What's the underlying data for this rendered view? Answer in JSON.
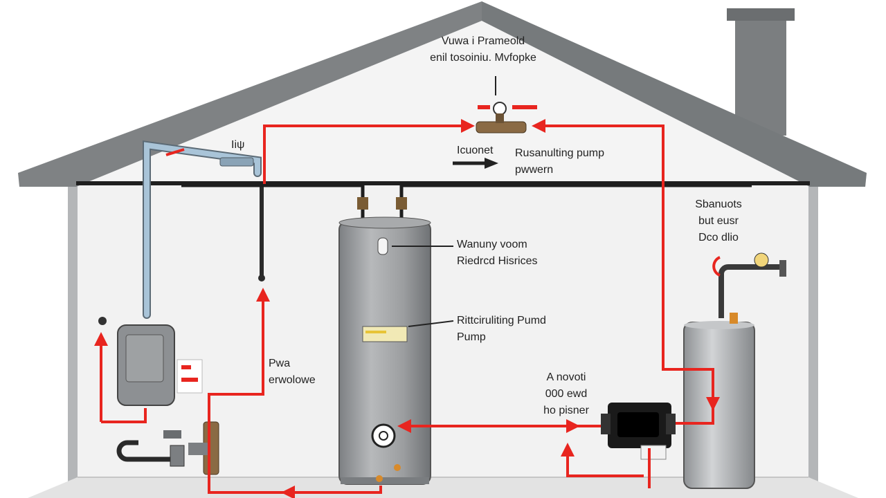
{
  "labels": {
    "top_valve": [
      "Vuwa i Prameold",
      "enil tosoiniu. Mvfopke"
    ],
    "small_tag": "Iiψ",
    "check_left": "Icuonet",
    "pump_top": [
      "Rusanulting pump",
      "pwwern"
    ],
    "right_top": [
      "Sbanuots",
      "but eusr",
      "Dco dlio"
    ],
    "tank_upper": [
      "Wanuny voom",
      "Riedrcd Hisrices"
    ],
    "tank_pump": [
      "Rittciruliting Pumd",
      "Pump"
    ],
    "left_mid": [
      "Pwa",
      "erwolowe"
    ],
    "right_mid": [
      "A novoti",
      "000 ewd",
      "ho pisner"
    ]
  },
  "colors": {
    "hot_line": "#e8251f",
    "cold_pipe": "#a9c4d8",
    "roof": "#7f8284",
    "wall": "#f2f2f2",
    "tank": "#9a9c9e",
    "label_text": "#222222"
  },
  "icons": {
    "tank_thermostat": "thermostat-dial-icon",
    "drain_valve": "drain-valve-icon",
    "pump": "circulating-pump-icon"
  }
}
